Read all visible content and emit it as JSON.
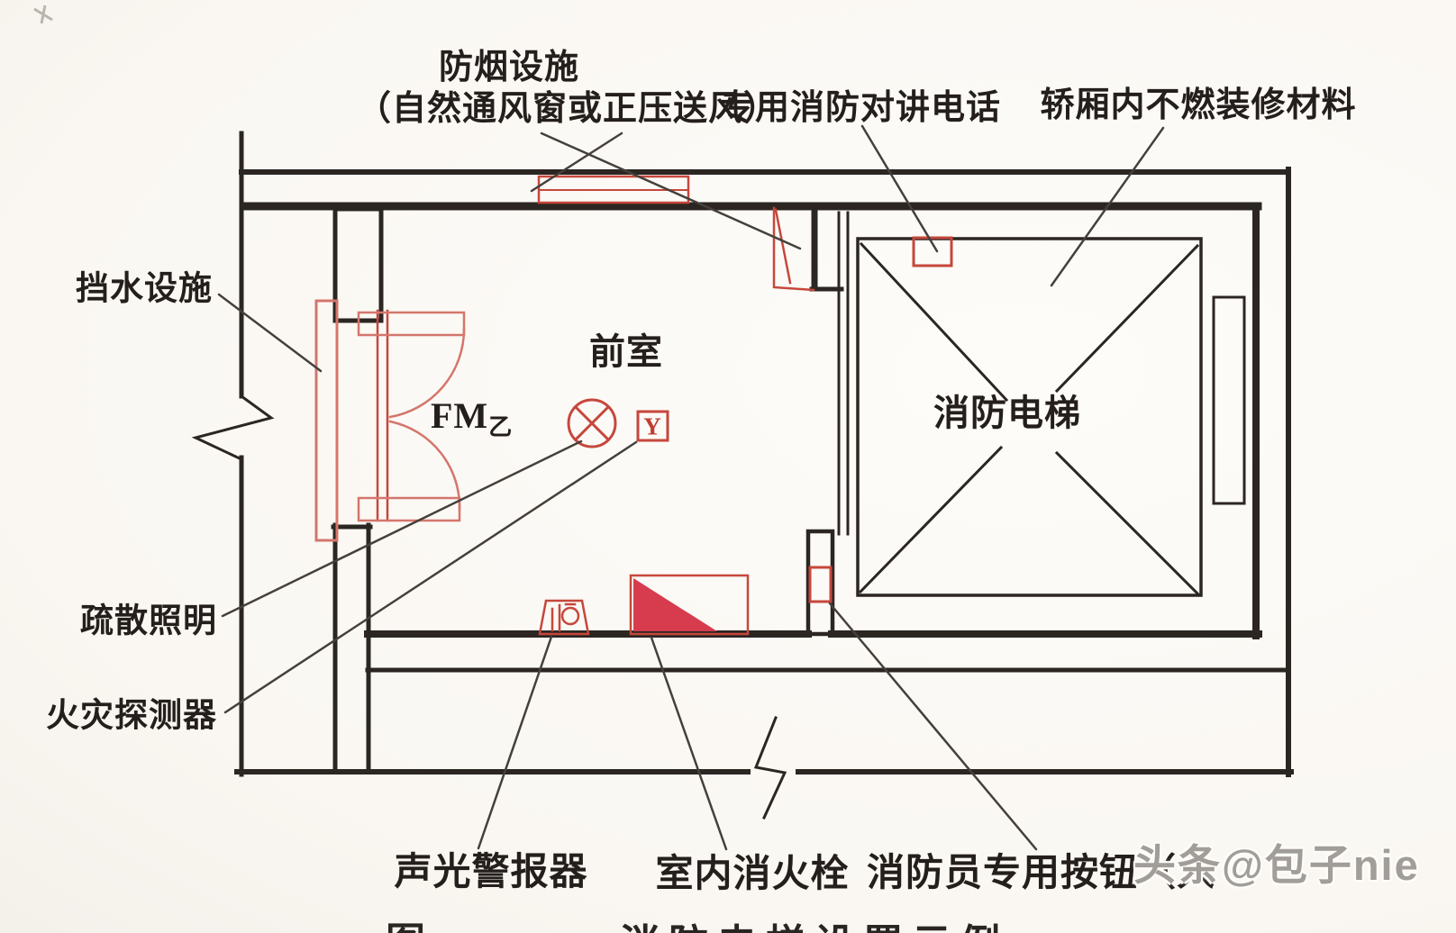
{
  "colors": {
    "paper": "#fbf9f5",
    "ink": "#2c2623",
    "leader": "#45403c",
    "red": "#c6473c",
    "red_light": "#d4766c",
    "red_fill": "#d63c4e",
    "text": "#241f1c",
    "watermark_gray": "#a19d99"
  },
  "labels": {
    "smoke_line1": "防烟设施",
    "smoke_line2": "（自然通风窗或正压送风）",
    "phone": "专用消防对讲电话",
    "car_material": "轿厢内不燃装修材料",
    "water_block": "挡水设施",
    "anteroom": "前室",
    "door_code": "FM",
    "door_code_sub": "乙",
    "elevator": "消防电梯",
    "evac_lighting": "疏散照明",
    "fire_detector": "火灾探测器",
    "alarm": "声光警报器",
    "hydrant": "室内消火栓",
    "ff_button": "消防员专用按钮（入",
    "detector_letter": "Y"
  },
  "watermark": "头条@包子nie",
  "caption": {
    "prefix": "图",
    "rest": "消防电梯设置示例"
  }
}
